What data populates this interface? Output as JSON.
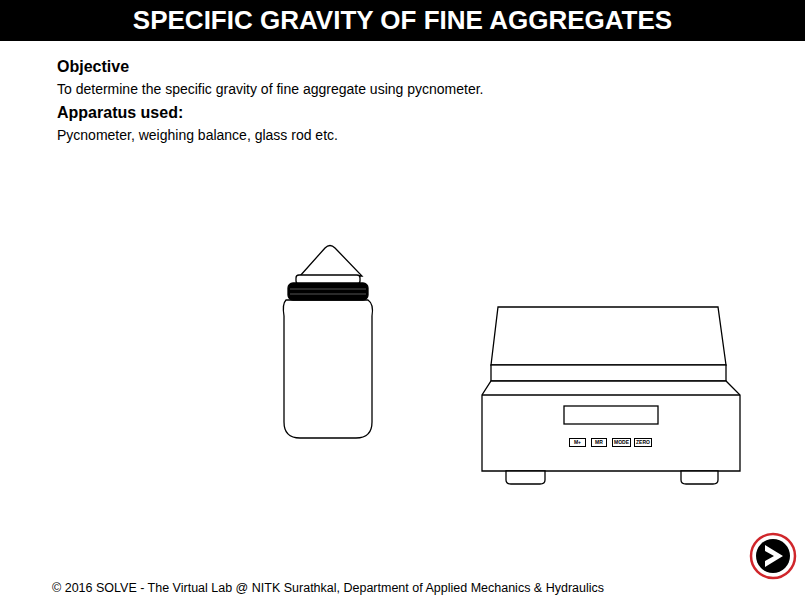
{
  "diagram": {
    "title": "SPECIFIC GRAVITY OF FINE AGGREGATES",
    "nodes": [
      {
        "text": [
          "M+"
        ]
      },
      {
        "text": [
          "MR"
        ]
      },
      {
        "text": [
          "MODE"
        ]
      },
      {
        "text": [
          "ZERO"
        ]
      }
    ],
    "labels": [
      "Objective",
      "To determine the specific gravity of fine aggregate using pycnometer.",
      "Apparatus used:",
      "Pycnometer, weighing balance, glass rod etc.",
      "© 2016 SOLVE - The Virtual Lab @ NITK Surathkal, Department of Applied Mechanics & Hydraulics"
    ]
  }
}
